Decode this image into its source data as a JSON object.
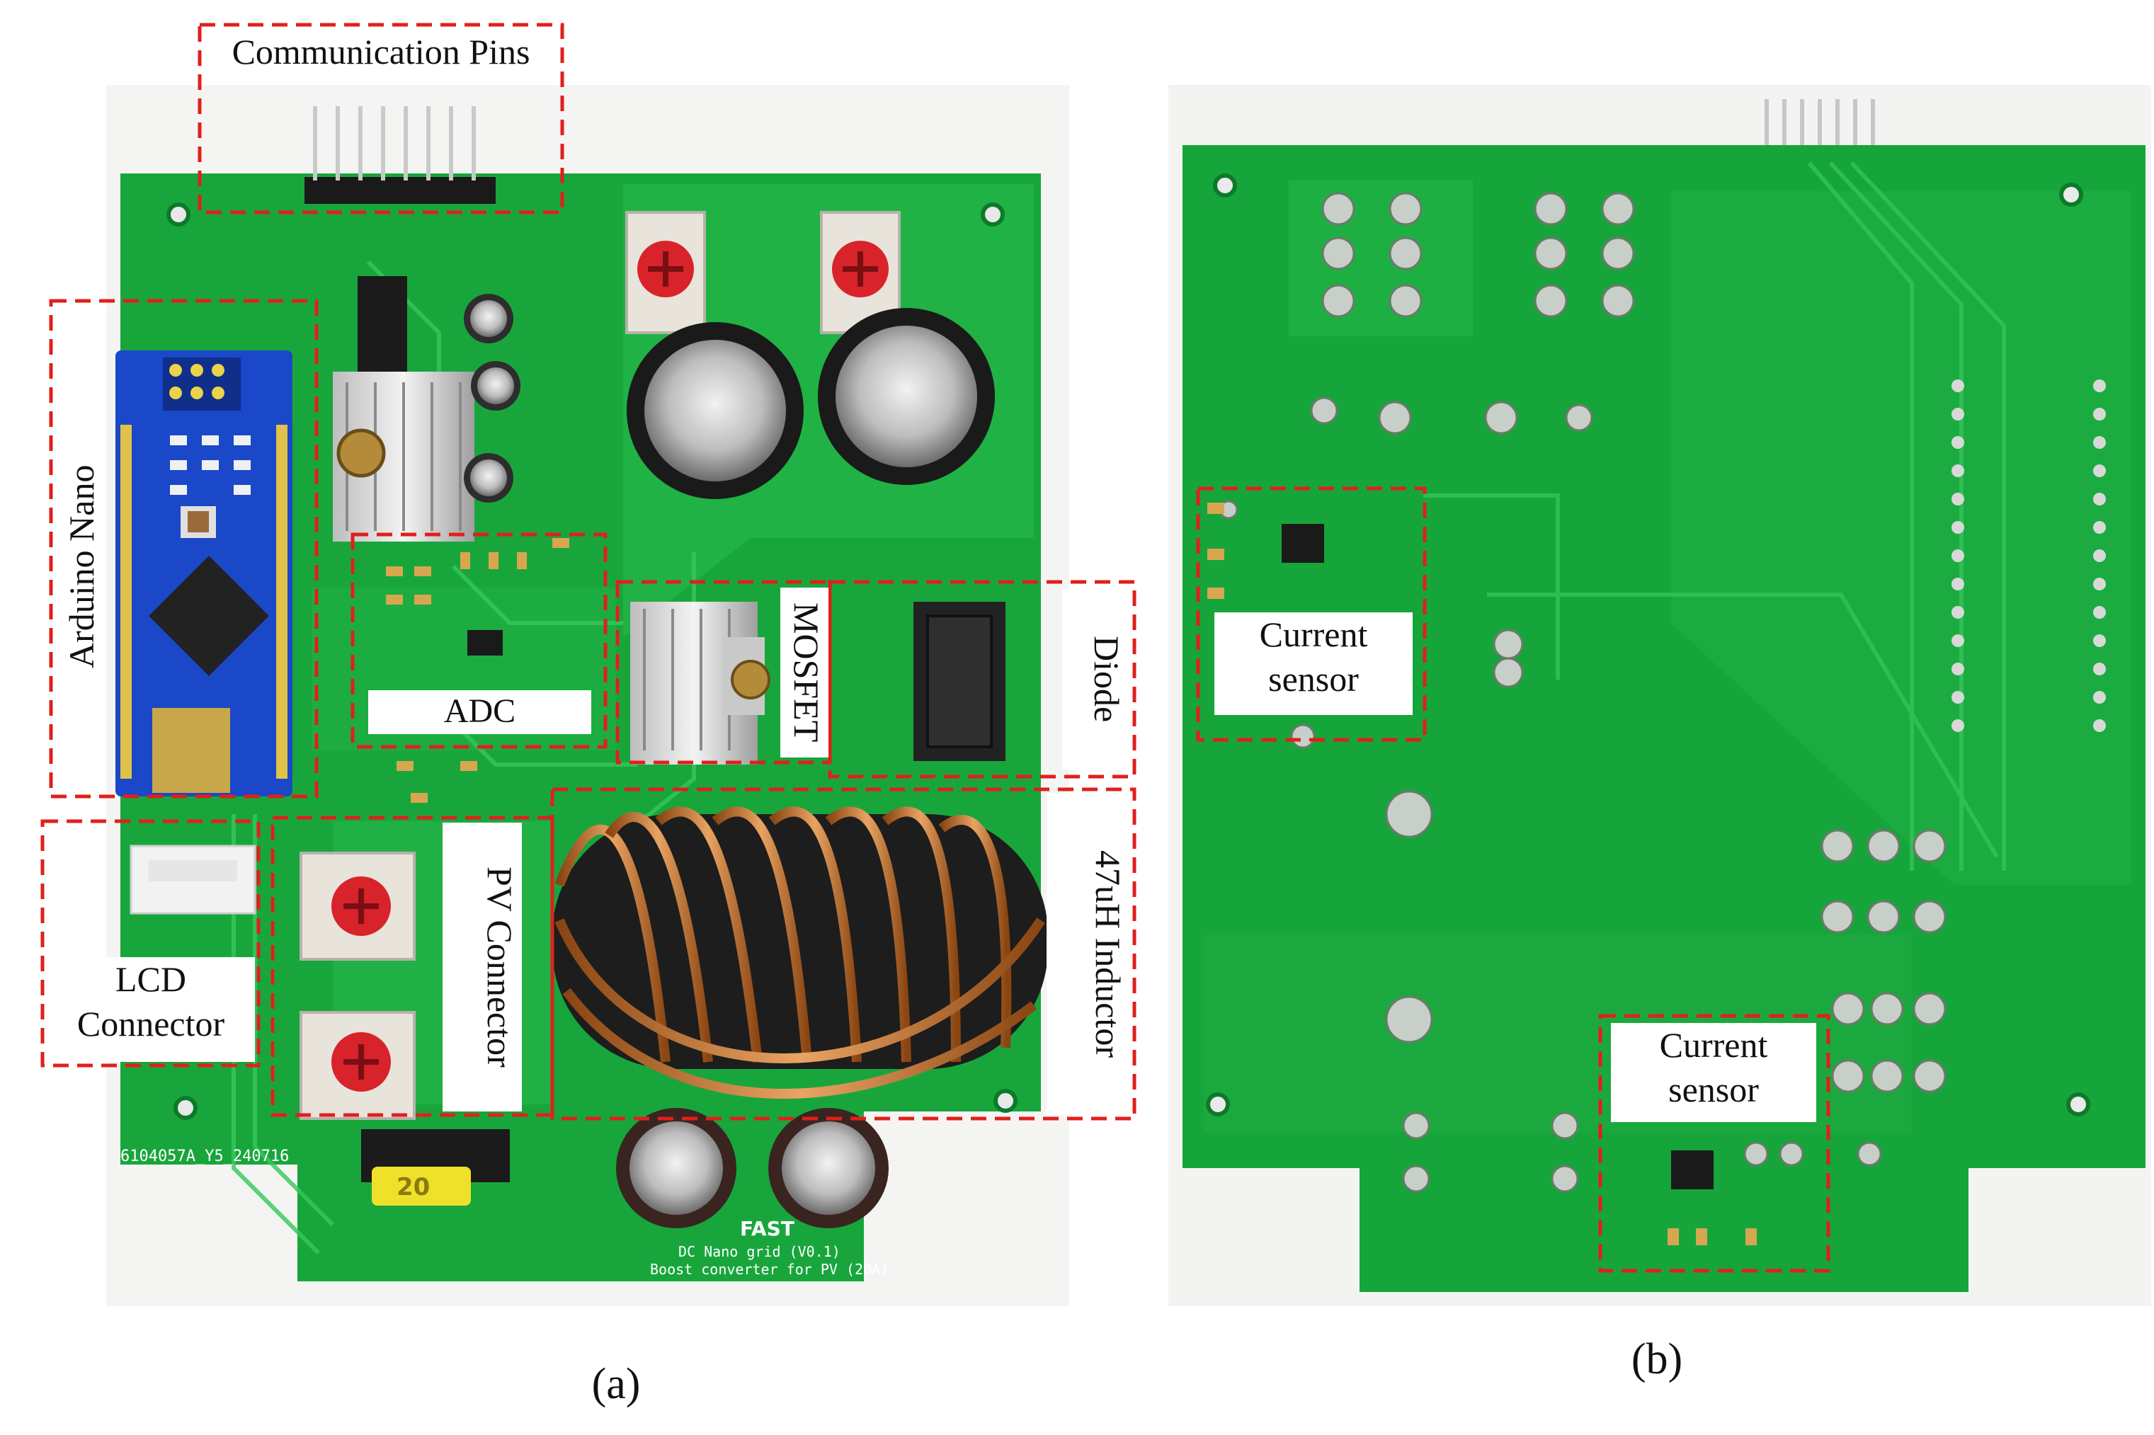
{
  "panels": {
    "a": {
      "caption": "(a)",
      "labels": {
        "communication_pins": "Communication Pins",
        "arduino_nano": "Arduino Nano",
        "adc": "ADC",
        "mosfet": "MOSFET",
        "diode": "Diode",
        "inductor": "47uH Inductor",
        "pv_connector": "PV Connector",
        "lcd_connector_line1": "LCD",
        "lcd_connector_line2": "Connector"
      },
      "silkscreen": {
        "board_id": "6104057A_Y5_240716",
        "board_title": "DC Nano grid (V0.1)",
        "board_subtitle": "Boost converter for PV (20A)",
        "fuse_value": "20",
        "logo": "FAST"
      }
    },
    "b": {
      "caption": "(b)",
      "labels": {
        "current_sensor_1_line1": "Current",
        "current_sensor_1_line2": "sensor",
        "current_sensor_2_line1": "Current",
        "current_sensor_2_line2": "sensor"
      }
    }
  },
  "colors": {
    "pcb_green": "#14a83a",
    "pcb_green_light": "#2bc24f",
    "annotation_red": "#e0201b",
    "copper": "#c8742b",
    "solder": "#c9cfc9"
  }
}
